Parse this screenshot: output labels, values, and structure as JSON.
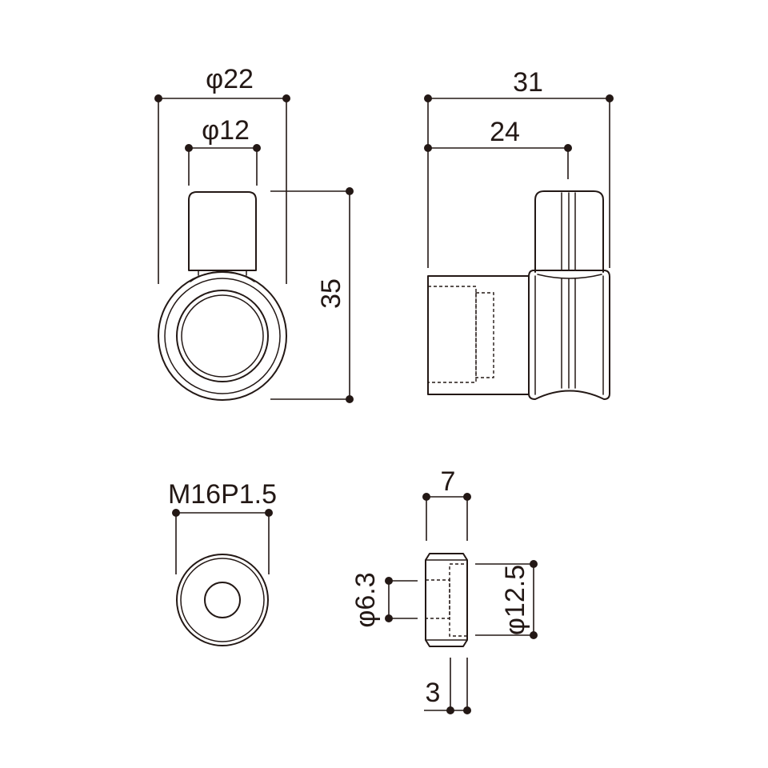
{
  "labels": {
    "front_outer_dia": "φ22",
    "front_inner_dia": "φ12",
    "height": "35",
    "side_total_length": "31",
    "side_partial_length": "24",
    "thread": "M16P1.5",
    "bolt_width": "7",
    "bolt_small_dia": "φ6.3",
    "bolt_large_dia": "φ12.5",
    "bolt_flange": "3"
  },
  "colors": {
    "line": "#231815",
    "background": "#ffffff"
  }
}
